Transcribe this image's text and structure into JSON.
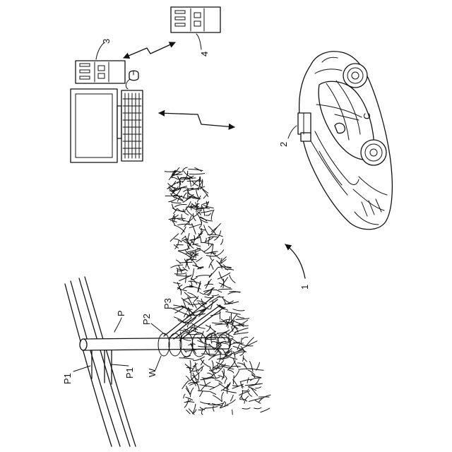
{
  "labels": {
    "server": "3",
    "remote_server": "4",
    "vehicle_device": "2",
    "vehicle": "C",
    "system": "1",
    "pole": "P",
    "wire_1": "P1",
    "wire_2": "P1",
    "support_p2": "P2",
    "support_p3": "P3",
    "vegetation": "W"
  }
}
